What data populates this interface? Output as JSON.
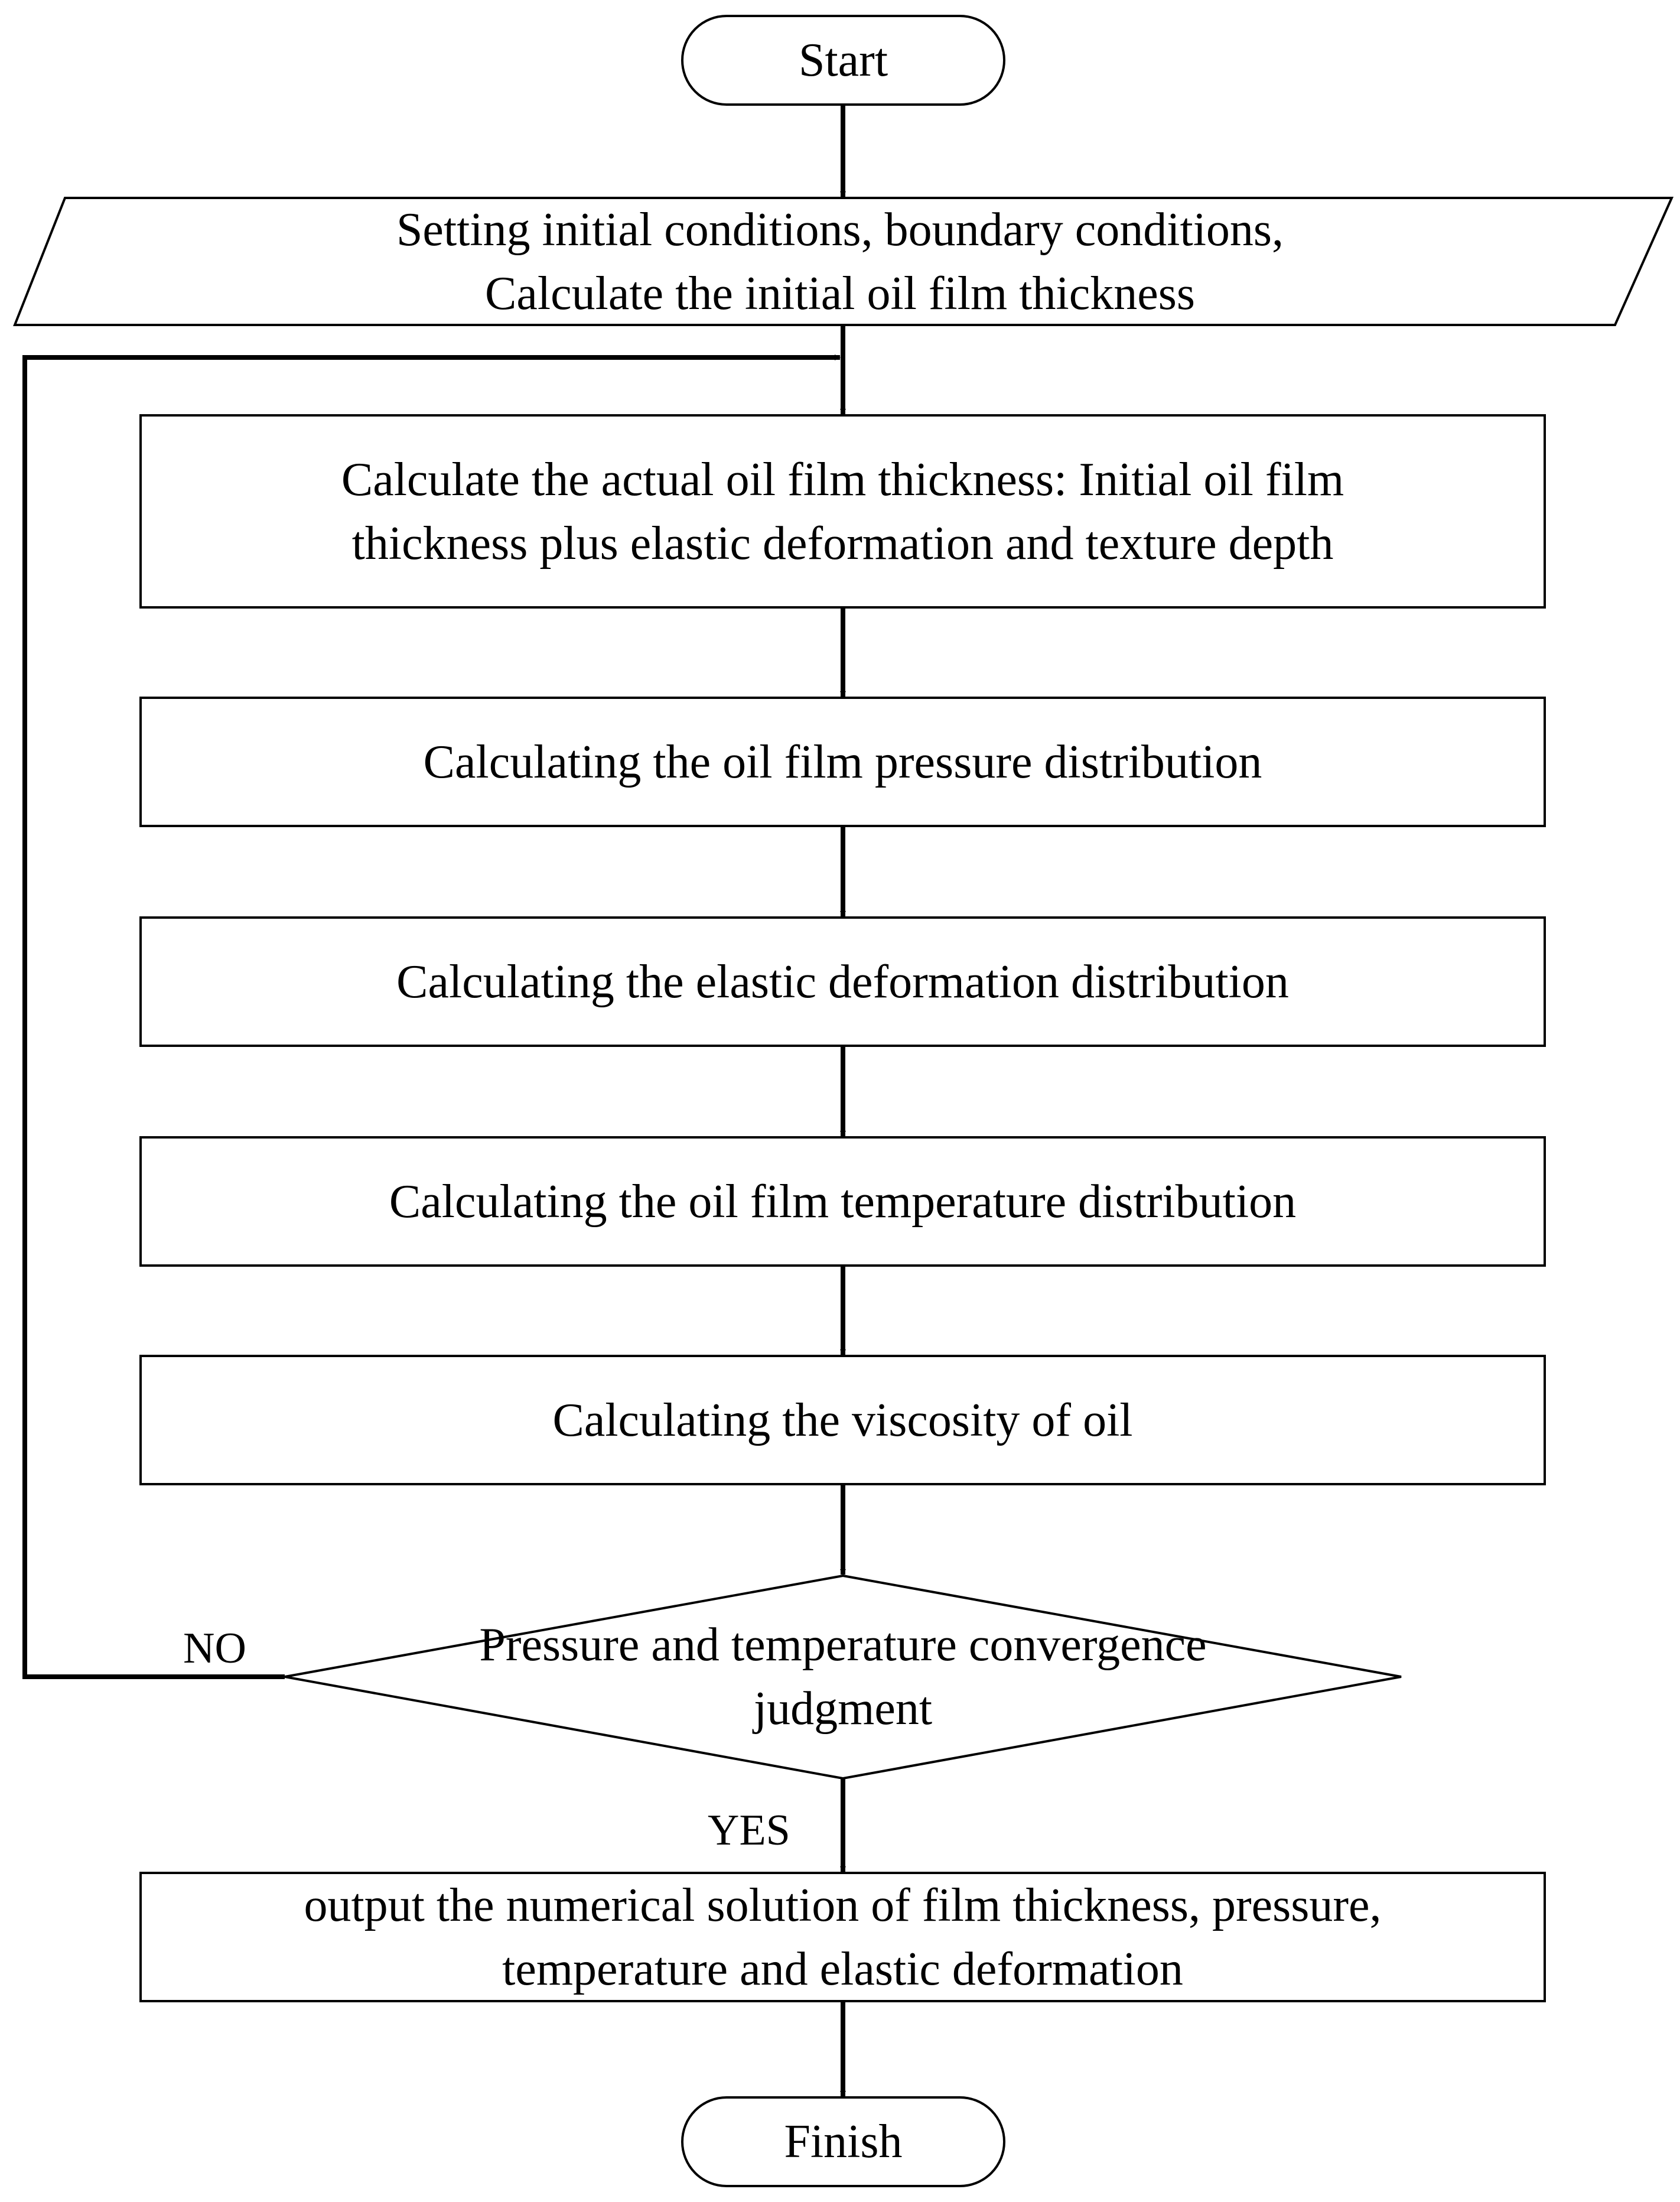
{
  "flowchart": {
    "start": "Start",
    "input": {
      "line1": "Setting initial conditions, boundary conditions,",
      "line2": "Calculate the initial oil film thickness"
    },
    "step1": {
      "line1": "Calculate the actual oil film thickness: Initial oil film",
      "line2": "thickness plus elastic deformation and texture depth"
    },
    "step2": "Calculating the oil film pressure distribution",
    "step3": "Calculating the elastic deformation distribution",
    "step4": "Calculating the oil film temperature distribution",
    "step5": "Calculating the viscosity of oil",
    "decision": {
      "line1": "Pressure and temperature convergence",
      "line2": "judgment",
      "no_label": "NO",
      "yes_label": "YES"
    },
    "output": {
      "line1": "output the numerical solution of film thickness, pressure,",
      "line2": "temperature and elastic deformation"
    },
    "finish": "Finish"
  },
  "colors": {
    "stroke": "#000000",
    "fill": "#ffffff",
    "text": "#000000"
  }
}
